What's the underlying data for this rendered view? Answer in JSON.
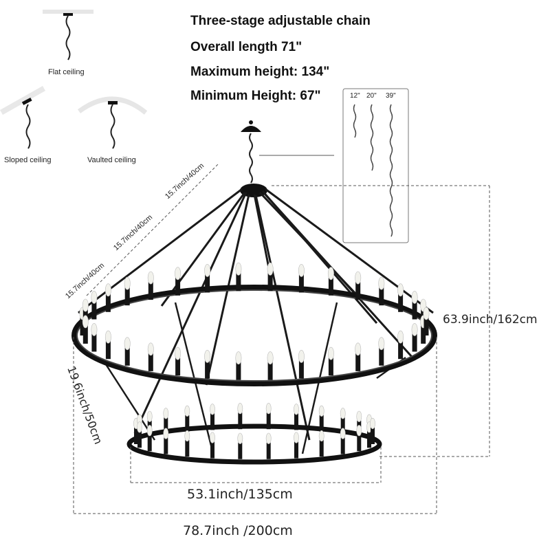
{
  "specs": {
    "line1": "Three-stage adjustable chain",
    "line2": "Overall length 71\"",
    "line3": "Maximum height: 134\"",
    "line4": "Minimum Height: 67\""
  },
  "mounts": {
    "flat": "Flat ceiling",
    "sloped": "Sloped ceiling",
    "vaulted": "Vaulted ceiling"
  },
  "chain_lengths": {
    "a": "12\"",
    "b": "20\"",
    "c": "39\""
  },
  "dimensions": {
    "arm_a": "15.7inch/40cm",
    "arm_b": "15.7inch/40cm",
    "arm_c": "15.7inch/40cm",
    "height": "63.9inch/162cm",
    "tier_gap": "19.6inch/50cm",
    "small_diameter": "53.1inch/135cm",
    "large_diameter": "78.7inch /200cm"
  }
}
